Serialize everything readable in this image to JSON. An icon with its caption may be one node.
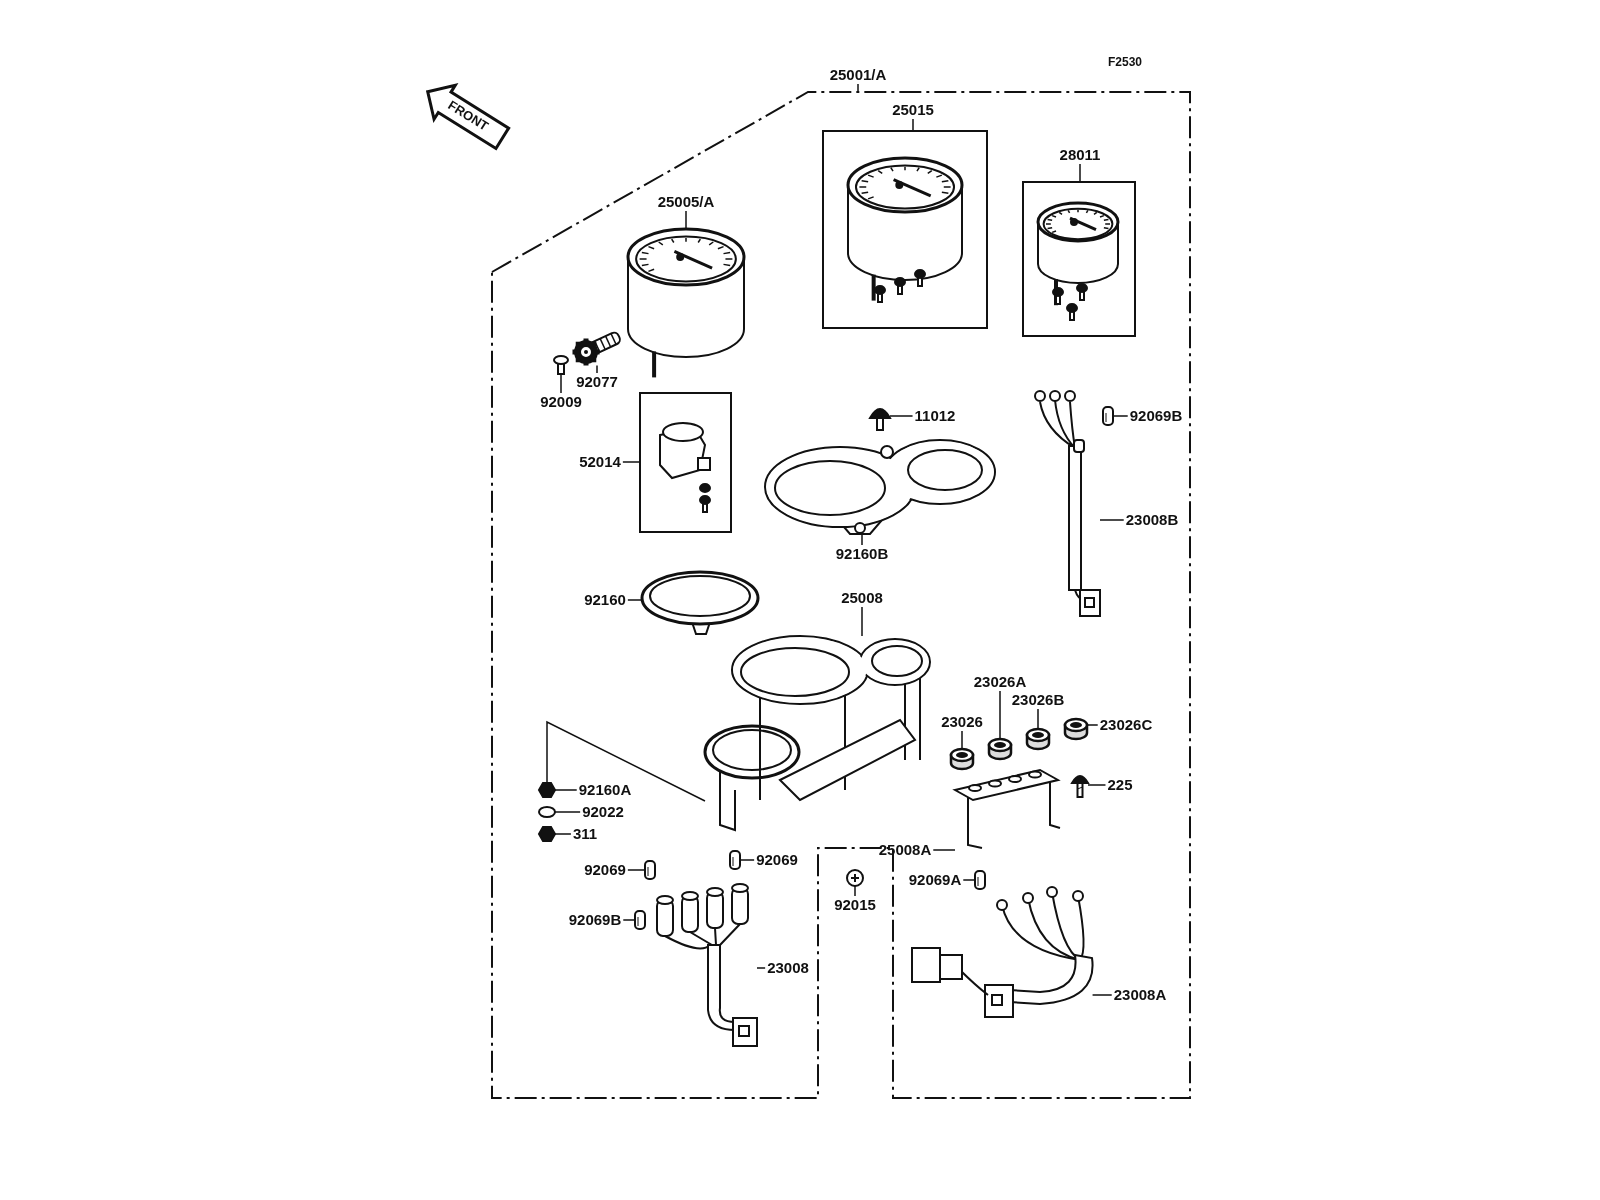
{
  "diagram": {
    "nodes": [
      {
        "text": [
          "25001/A"
        ]
      },
      {
        "text": [
          "25005/A"
        ]
      },
      {
        "text": [],
        "shape": "picture"
      },
      {
        "text": [
          "25015"
        ]
      },
      {
        "text": [],
        "shape": "box"
      },
      {
        "text": [
          "28011"
        ]
      },
      {
        "text": [],
        "shape": "box"
      },
      {
        "text": [
          "92077"
        ]
      },
      {
        "text": [],
        "shape": "picture"
      },
      {
        "text": [
          "92009"
        ]
      },
      {
        "text": [],
        "shape": "picture"
      },
      {
        "text": [
          "52014"
        ]
      },
      {
        "text": [],
        "shape": "box"
      },
      {
        "text": [
          "11012"
        ]
      },
      {
        "text": [],
        "shape": "picture"
      },
      {
        "text": [
          "92069B"
        ]
      },
      {
        "text": [],
        "shape": "picture"
      },
      {
        "text": [
          "92160B"
        ]
      },
      {
        "text": [],
        "shape": "picture"
      },
      {
        "text": [
          "23008B"
        ]
      },
      {
        "text": [],
        "shape": "picture"
      },
      {
        "text": [
          "92160"
        ]
      },
      {
        "text": [],
        "shape": "picture"
      },
      {
        "text": [
          "25008"
        ]
      },
      {
        "text": [],
        "shape": "picture"
      },
      {
        "text": [
          "23026A"
        ]
      },
      {
        "text": [],
        "shape": "cylinder"
      },
      {
        "text": [
          "23026B"
        ]
      },
      {
        "text": [],
        "shape": "cylinder"
      },
      {
        "text": [
          "23026"
        ]
      },
      {
        "text": [],
        "shape": "cylinder"
      },
      {
        "text": [
          "23026C"
        ]
      },
      {
        "text": [],
        "shape": "cylinder"
      },
      {
        "text": [
          "225"
        ]
      },
      {
        "text": [],
        "shape": "picture"
      },
      {
        "text": [
          "25008A"
        ]
      },
      {
        "text": [],
        "shape": "picture"
      },
      {
        "text": [
          "92160A"
        ]
      },
      {
        "text": [],
        "shape": "picture"
      },
      {
        "text": [
          "92022"
        ]
      },
      {
        "text": [],
        "shape": "picture"
      },
      {
        "text": [
          "311"
        ]
      },
      {
        "text": [],
        "shape": "picture"
      },
      {
        "text": [
          "92069"
        ]
      },
      {
        "text": [],
        "shape": "picture"
      },
      {
        "text": [
          "92069"
        ]
      },
      {
        "text": [],
        "shape": "picture"
      },
      {
        "text": [
          "92069B"
        ]
      },
      {
        "text": [],
        "shape": "picture"
      },
      {
        "text": [
          "23008"
        ]
      },
      {
        "text": [],
        "shape": "picture"
      },
      {
        "text": [
          "92015"
        ]
      },
      {
        "text": [],
        "shape": "picture"
      },
      {
        "text": [
          "92069A"
        ]
      },
      {
        "text": [],
        "shape": "picture"
      },
      {
        "text": [
          "23008A"
        ]
      },
      {
        "text": [],
        "shape": "picture"
      }
    ],
    "edges": [
      {
        "from": 0,
        "to": null,
        "arrow": "none"
      },
      {
        "from": 1,
        "to": 2,
        "arrow": "none"
      },
      {
        "from": 3,
        "to": 4,
        "arrow": "none"
      },
      {
        "from": 5,
        "to": 6,
        "arrow": "none"
      },
      {
        "from": 7,
        "to": 8,
        "arrow": "none"
      },
      {
        "from": 9,
        "to": 10,
        "arrow": "none"
      },
      {
        "from": 11,
        "to": 12,
        "arrow": "none"
      },
      {
        "from": 13,
        "to": 14,
        "arrow": "none"
      },
      {
        "from": 15,
        "to": 16,
        "arrow": "none"
      },
      {
        "from": 17,
        "to": 18,
        "arrow": "none"
      },
      {
        "from": 19,
        "to": 20,
        "arrow": "none"
      },
      {
        "from": 21,
        "to": 22,
        "arrow": "none"
      },
      {
        "from": 23,
        "to": 24,
        "arrow": "none"
      },
      {
        "from": 25,
        "to": 26,
        "arrow": "none"
      },
      {
        "from": 27,
        "to": 28,
        "arrow": "none"
      },
      {
        "from": 29,
        "to": 30,
        "arrow": "none"
      },
      {
        "from": 31,
        "to": 32,
        "arrow": "none"
      },
      {
        "from": 33,
        "to": 34,
        "arrow": "none"
      },
      {
        "from": 35,
        "to": 36,
        "arrow": "none"
      },
      {
        "from": 37,
        "to": 38,
        "arrow": "none"
      },
      {
        "from": 39,
        "to": 40,
        "arrow": "none"
      },
      {
        "from": 41,
        "to": 42,
        "arrow": "none"
      },
      {
        "from": 43,
        "to": 44,
        "arrow": "none"
      },
      {
        "from": 45,
        "to": 46,
        "arrow": "none"
      },
      {
        "from": 47,
        "to": 48,
        "arrow": "none"
      },
      {
        "from": 49,
        "to": 50,
        "arrow": "none"
      },
      {
        "from": 51,
        "to": 52,
        "arrow": "none"
      },
      {
        "from": 53,
        "to": 54,
        "arrow": "none"
      },
      {
        "from": 55,
        "to": 56,
        "arrow": "none"
      },
      {
        "from": 38,
        "to": 24,
        "arrow": "none"
      }
    ],
    "labels": [
      "F2530",
      "FRONT"
    ]
  }
}
